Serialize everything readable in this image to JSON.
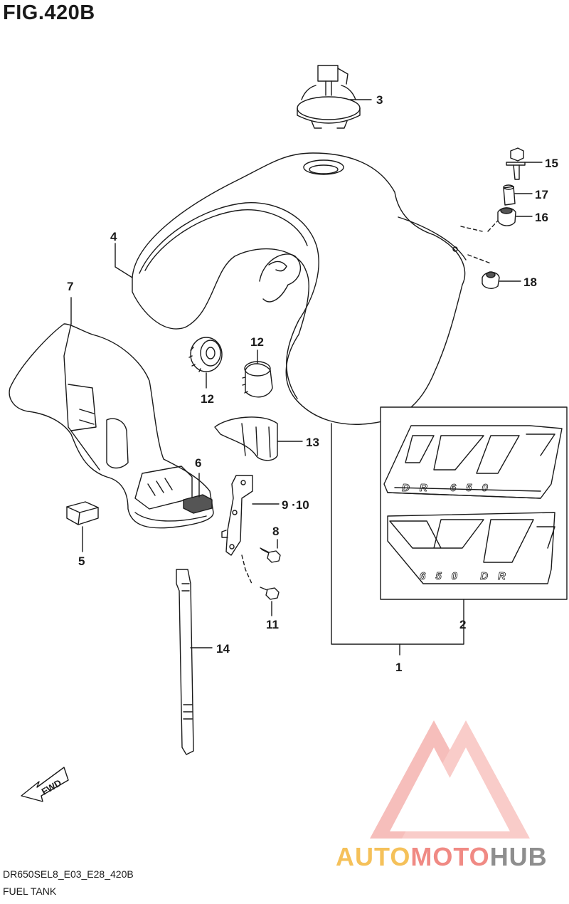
{
  "figure": {
    "title": "FIG.420B",
    "code": "DR650SEL8_E03_E28_420B",
    "name": "FUEL TANK"
  },
  "parts": [
    {
      "id": "1",
      "label": "1"
    },
    {
      "id": "2",
      "label": "2"
    },
    {
      "id": "3",
      "label": "3"
    },
    {
      "id": "4",
      "label": "4"
    },
    {
      "id": "5",
      "label": "5"
    },
    {
      "id": "6",
      "label": "6"
    },
    {
      "id": "7",
      "label": "7"
    },
    {
      "id": "8",
      "label": "8"
    },
    {
      "id": "9-10",
      "label": "9 ·10"
    },
    {
      "id": "11",
      "label": "11"
    },
    {
      "id": "12a",
      "label": "12"
    },
    {
      "id": "12b",
      "label": "12"
    },
    {
      "id": "13",
      "label": "13"
    },
    {
      "id": "14",
      "label": "14"
    },
    {
      "id": "15",
      "label": "15"
    },
    {
      "id": "16",
      "label": "16"
    },
    {
      "id": "17",
      "label": "17"
    },
    {
      "id": "18",
      "label": "18"
    }
  ],
  "decal_text": {
    "top": "DR 650",
    "bottom": "650 DR"
  },
  "fwd_arrow": "FWD",
  "watermark": {
    "part1": "AUTO",
    "part2": "MOTO",
    "part3": "HUB",
    "colors": {
      "yellow": "#f5c15a",
      "pink": "#f08a84",
      "gray": "#8e8e8e"
    }
  }
}
